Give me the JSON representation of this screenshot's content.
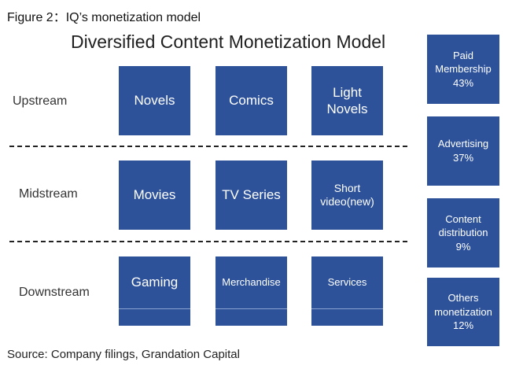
{
  "figure_title": "Figure 2：IQ’s monetization model",
  "diagram_title": "Diversified Content Monetization Model",
  "rows": [
    {
      "label": "Upstream",
      "items": [
        "Novels",
        "Comics",
        "Light Novels"
      ]
    },
    {
      "label": "Midstream",
      "items": [
        "Movies",
        "TV Series",
        "Short video(new)"
      ]
    },
    {
      "label": "Downstream",
      "items": [
        "Gaming",
        "Merchandise",
        "Services"
      ]
    }
  ],
  "revenue": [
    {
      "name": "Paid Membership",
      "pct": "43%"
    },
    {
      "name": "Advertising",
      "pct": "37%"
    },
    {
      "name": "Content distribution",
      "pct": "9%"
    },
    {
      "name": "Others monetization",
      "pct": "12%"
    }
  ],
  "source": "Source: Company filings, Grandation Capital",
  "colors": {
    "box": "#2d5299",
    "text_on_box": "#ffffff",
    "divider": "#222222"
  }
}
